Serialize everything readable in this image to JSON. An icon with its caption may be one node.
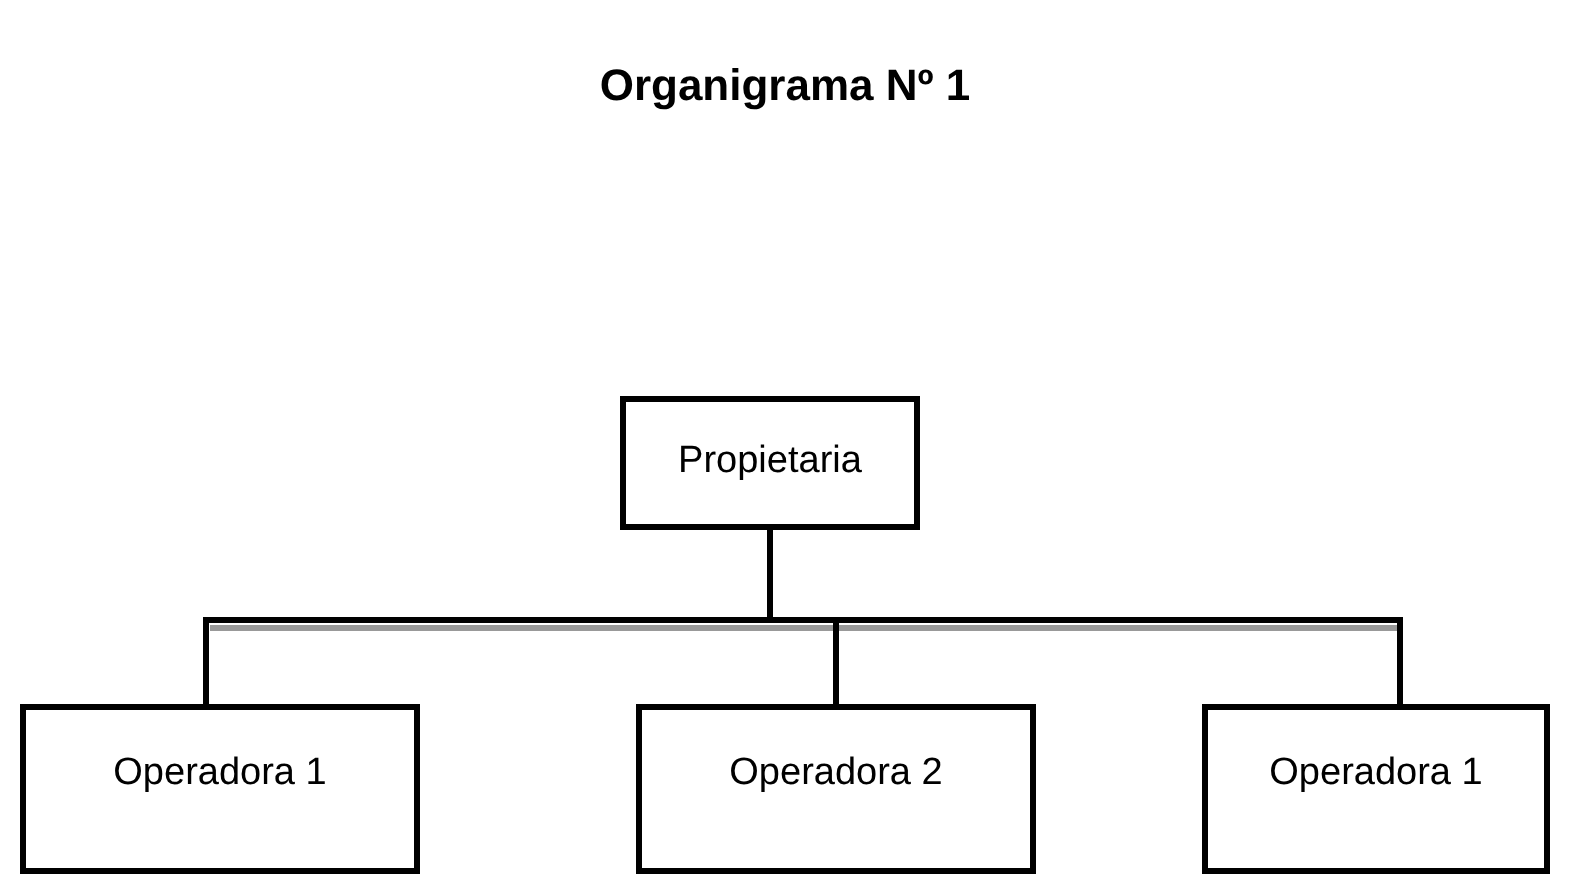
{
  "diagram": {
    "title": "Organigrama Nº 1",
    "nodes": [
      {
        "text": [
          "Propietaria"
        ]
      },
      {
        "text": [
          "Operadora 1"
        ]
      },
      {
        "text": [
          "Operadora 2"
        ]
      },
      {
        "text": [
          "Operadora 1"
        ]
      }
    ],
    "edges": [
      {
        "from": 0,
        "to": 1,
        "arrow": "none"
      },
      {
        "from": 0,
        "to": 2,
        "arrow": "none"
      },
      {
        "from": 0,
        "to": 3,
        "arrow": "none"
      }
    ]
  }
}
